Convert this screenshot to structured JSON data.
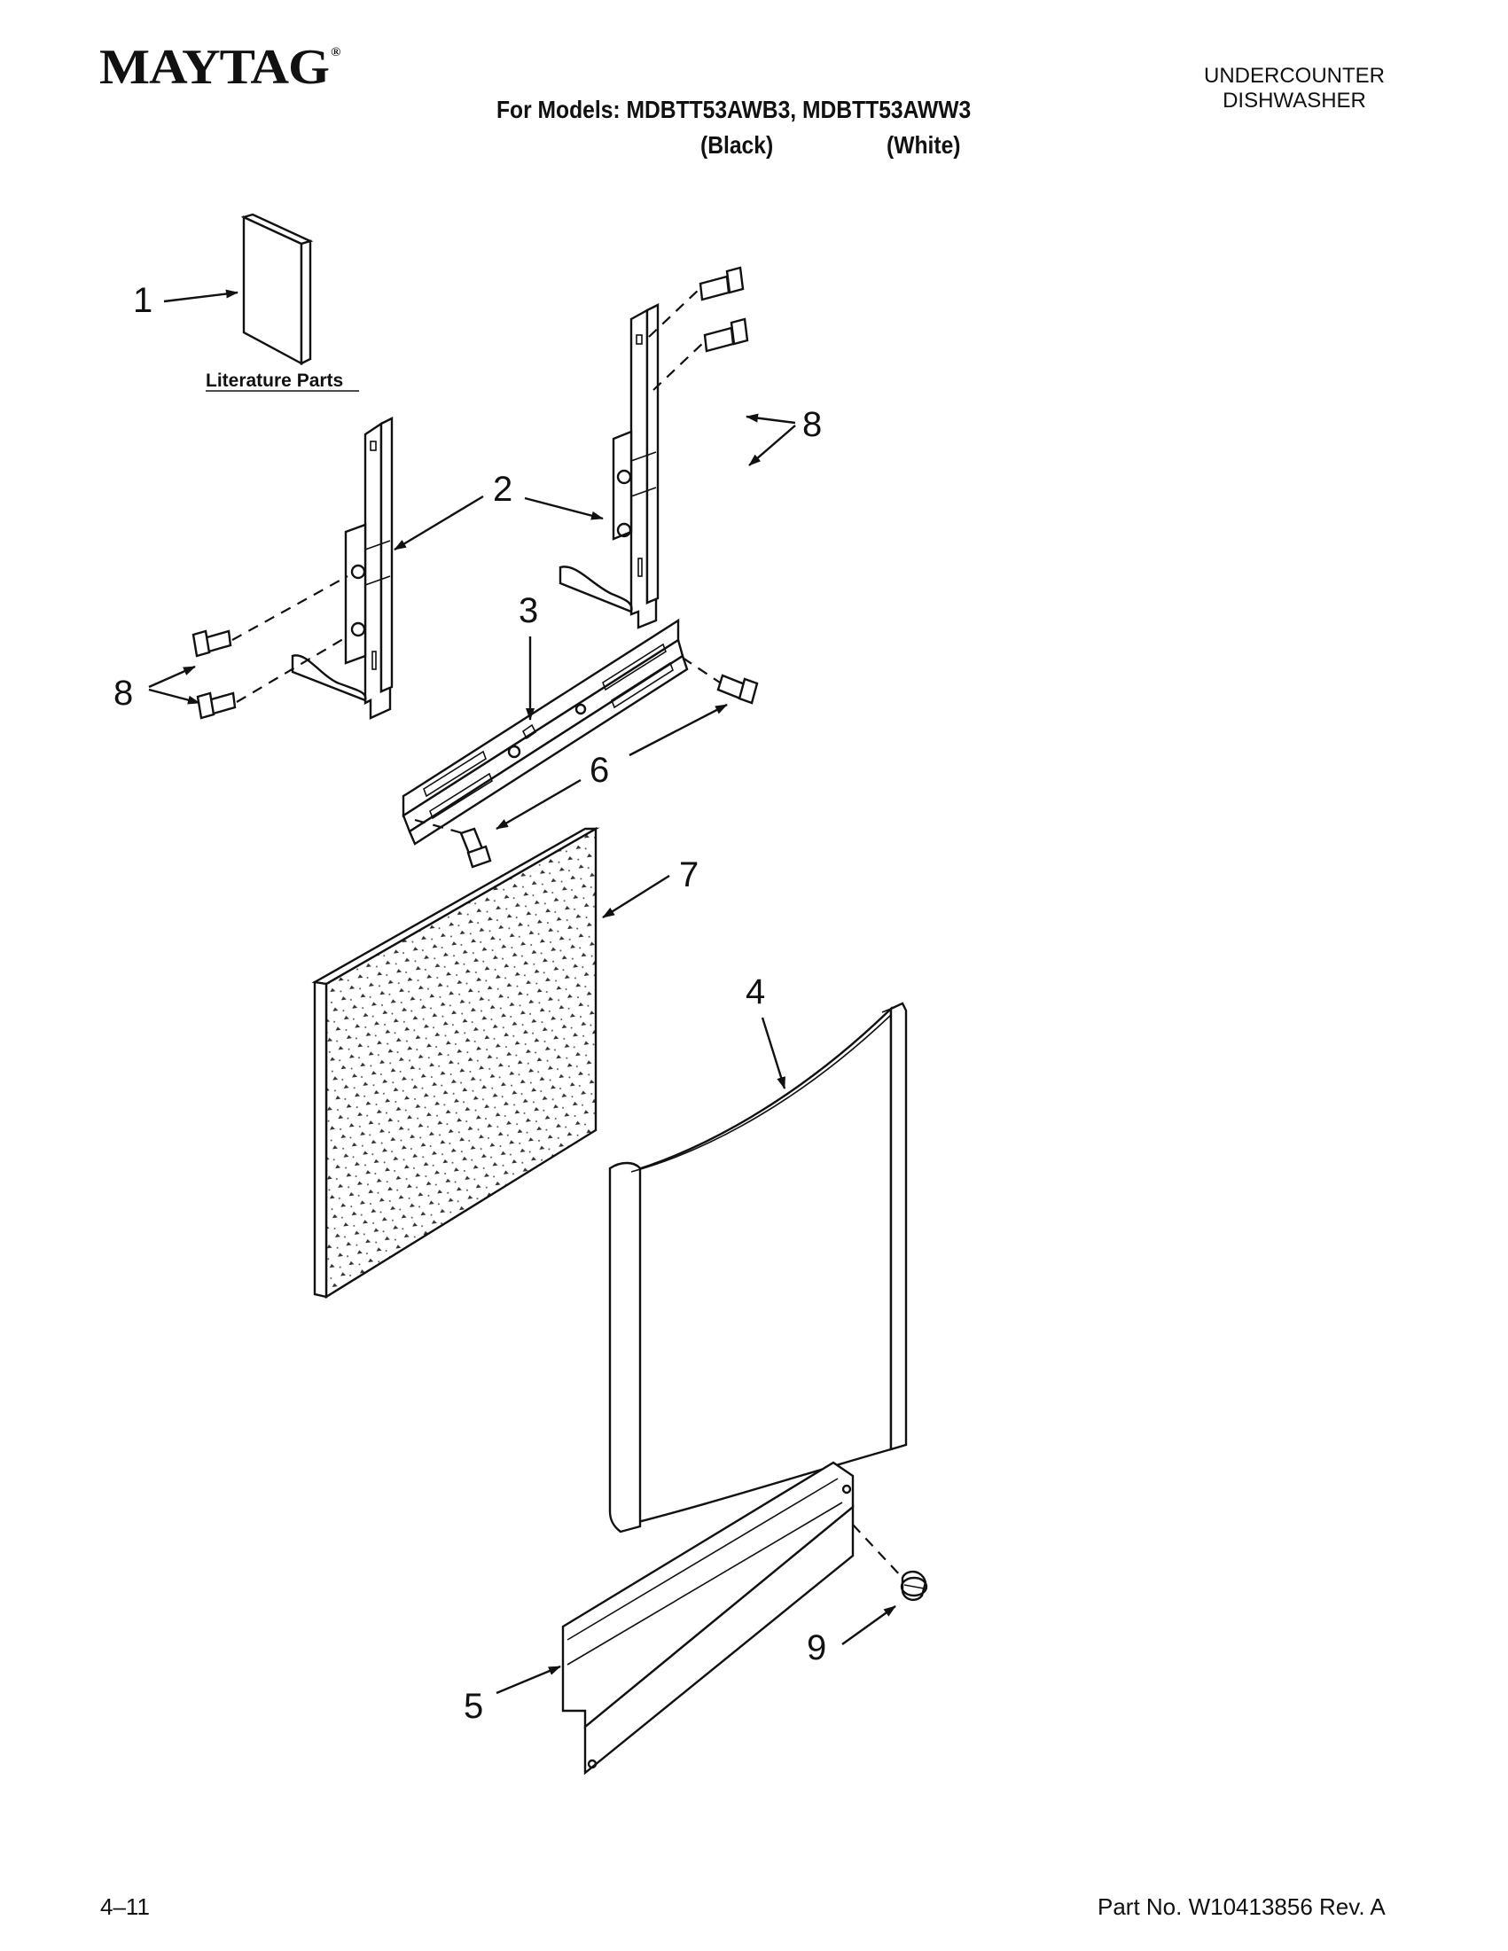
{
  "header": {
    "brand": "MAYTAG",
    "brand_mark": "®",
    "document_type_line1": "UNDERCOUNTER",
    "document_type_line2": "DISHWASHER",
    "models_line": "For Models: MDBTT53AWB3, MDBTT53AWW3",
    "color_black": "(Black)",
    "color_white": "(White)"
  },
  "diagram": {
    "literature_label": "Literature Parts",
    "callouts": {
      "c1": "1",
      "c2": "2",
      "c3": "3",
      "c4": "4",
      "c5": "5",
      "c6": "6",
      "c7": "7",
      "c8a": "8",
      "c8b": "8",
      "c9": "9"
    }
  },
  "footer": {
    "date_code": "4–11",
    "part_number": "Part No. W10413856 Rev. A"
  }
}
